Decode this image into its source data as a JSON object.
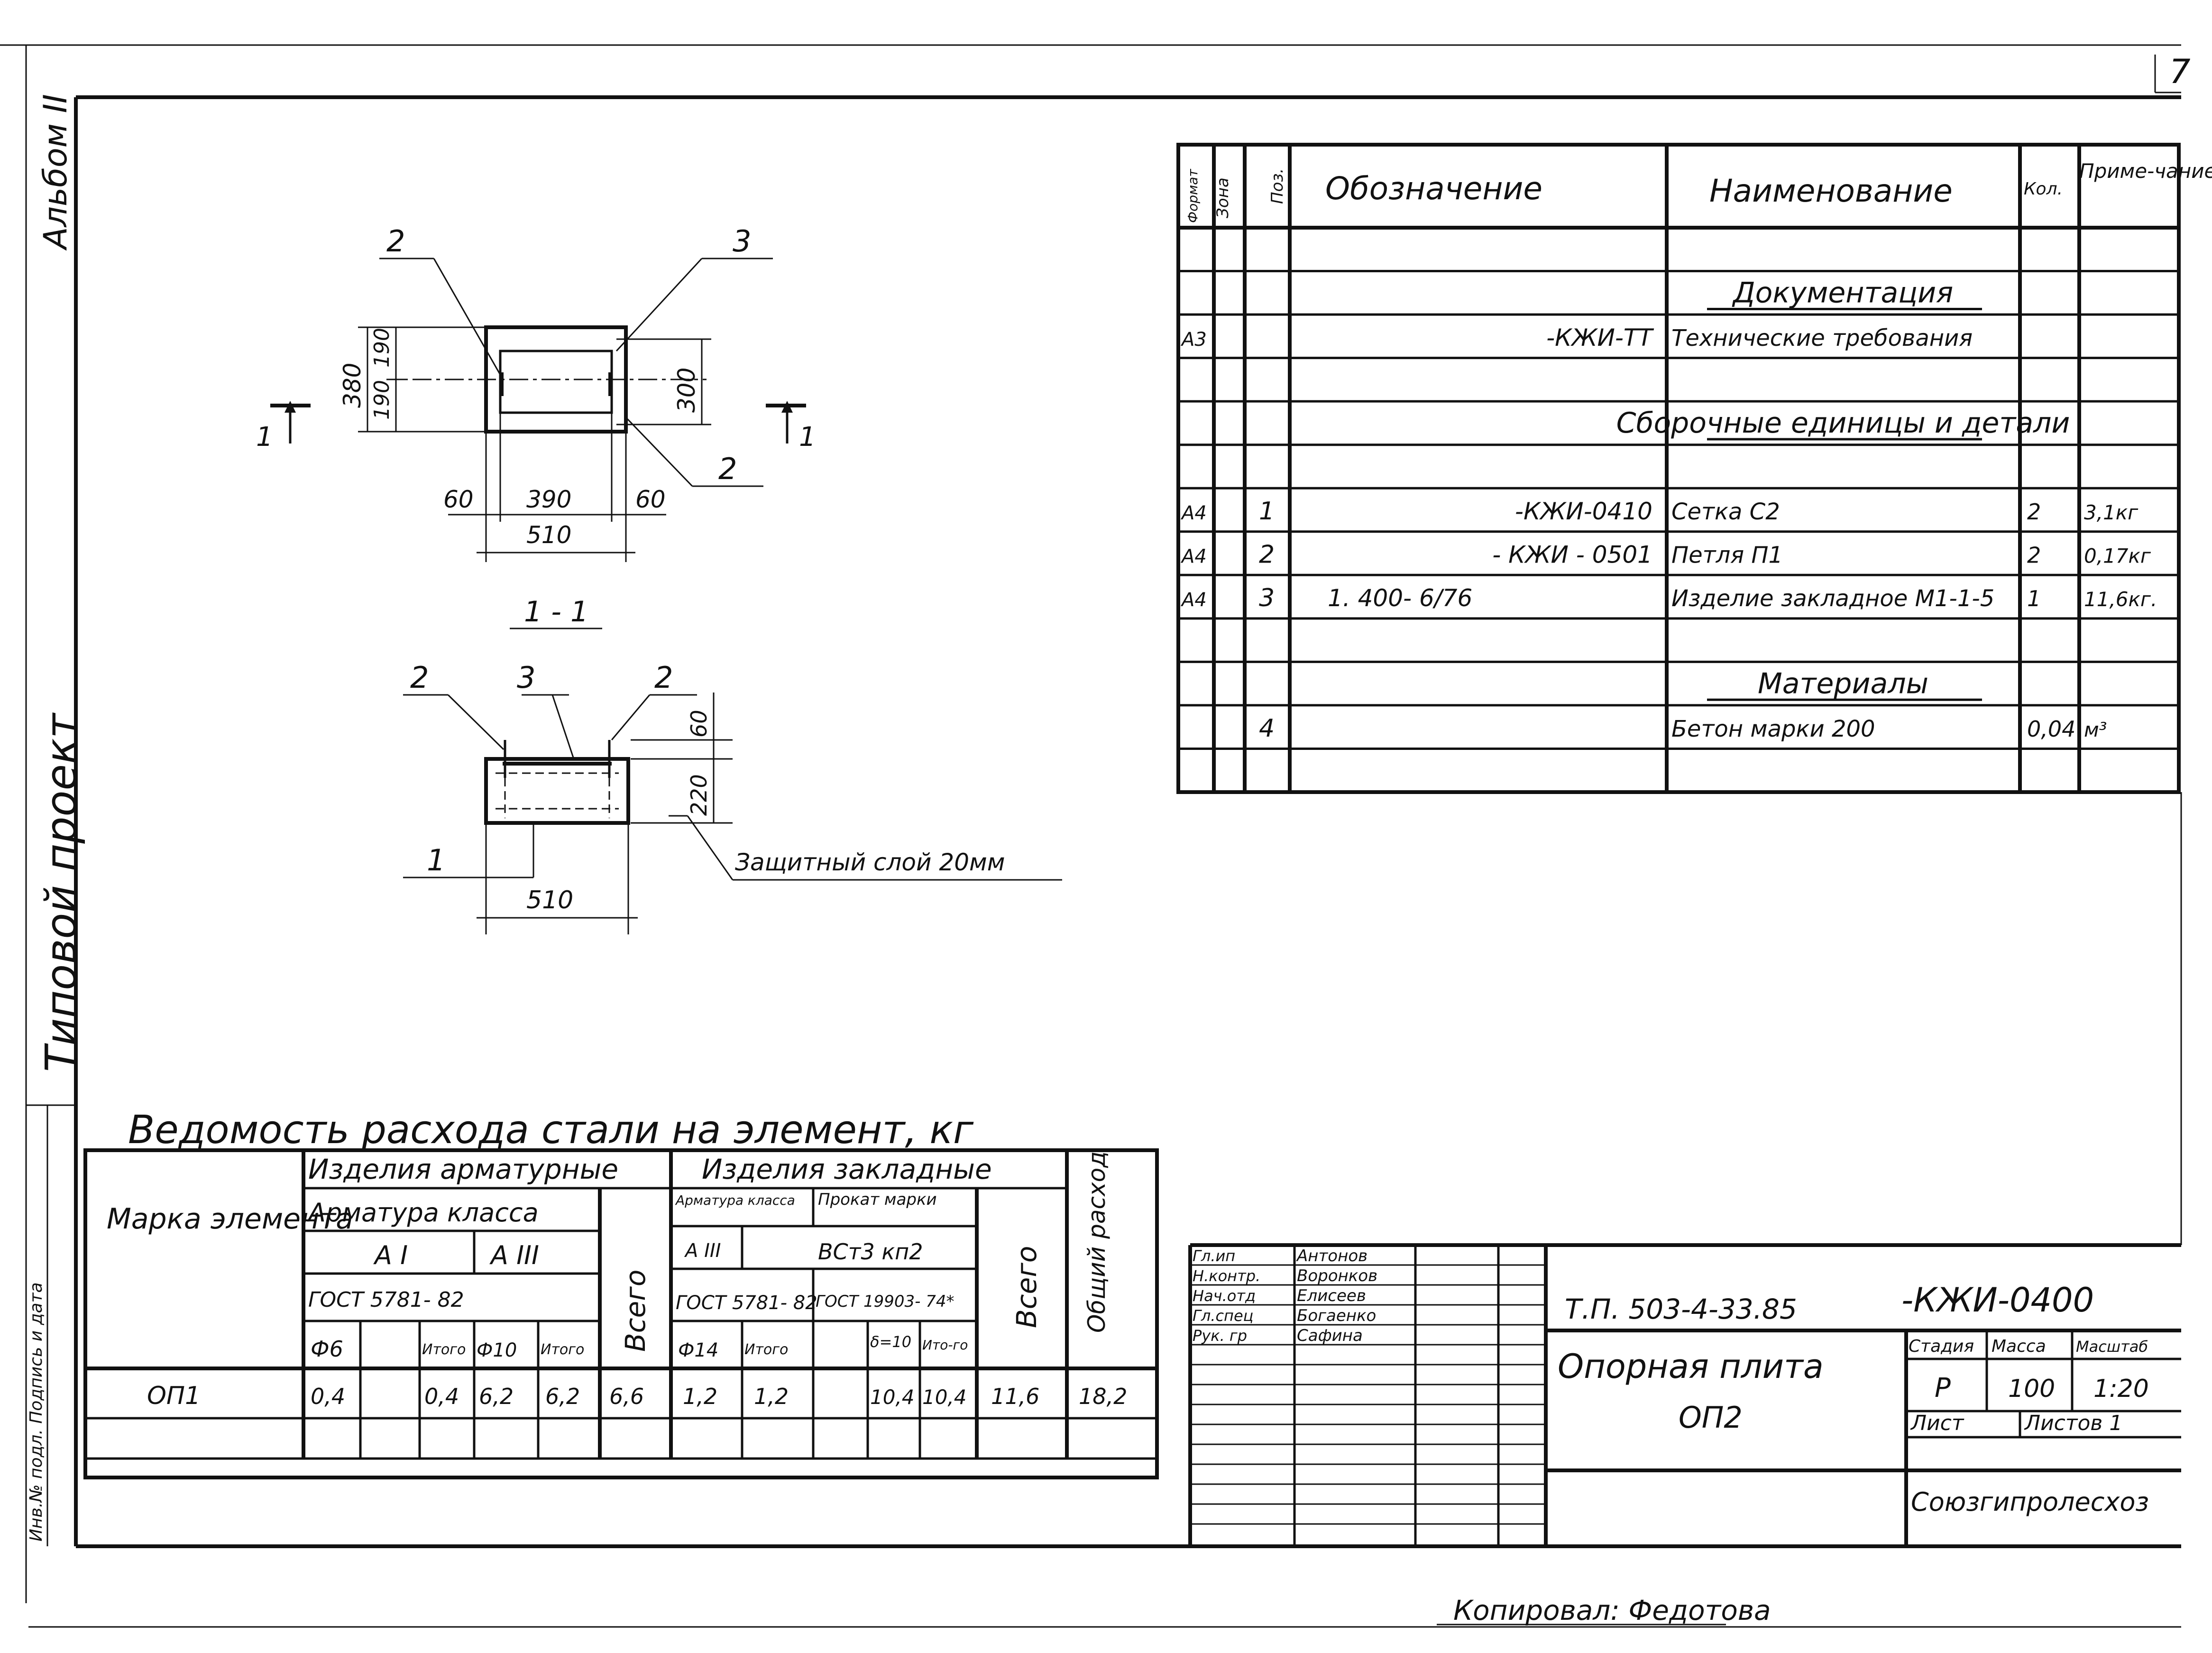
{
  "side_labels": {
    "album": "Альбом II",
    "typical_project": "Типовой проект",
    "small_stamp": "Инв.№ подл.  Подпись и дата"
  },
  "plan_view": {
    "callouts": [
      "2",
      "3",
      "2"
    ],
    "dims": {
      "height_total": "380",
      "height_upper": "190",
      "height_lower": "190",
      "inner_height": "300",
      "left_margin": "60",
      "middle": "390",
      "right_margin": "60",
      "width_total": "510"
    },
    "section_marks": [
      "1",
      "1"
    ]
  },
  "section_view": {
    "title": "1 - 1",
    "callouts": [
      "2",
      "3",
      "2",
      "1"
    ],
    "dims": {
      "top": "60",
      "thickness": "220",
      "width": "510"
    },
    "note": "Защитный слой 20мм"
  },
  "spec_table": {
    "headers": {
      "format": "Формат",
      "zone": "Зона",
      "pos": "Поз.",
      "designation": "Обозначение",
      "name": "Наименование",
      "qty": "Кол.",
      "note": "Приме-чание"
    },
    "rows": [
      {
        "format": "",
        "pos": "",
        "designation": "",
        "name": "",
        "qty": "",
        "note": ""
      },
      {
        "format": "",
        "pos": "",
        "designation": "",
        "name": "Документация",
        "qty": "",
        "note": "",
        "section": true
      },
      {
        "format": "А3",
        "pos": "",
        "designation": "-КЖИ-ТТ",
        "name": "Технические требования",
        "qty": "",
        "note": ""
      },
      {
        "format": "",
        "pos": "",
        "designation": "",
        "name": "",
        "qty": "",
        "note": ""
      },
      {
        "format": "",
        "pos": "",
        "designation": "",
        "name": "Сборочные единицы и детали",
        "qty": "",
        "note": "",
        "section": true
      },
      {
        "format": "",
        "pos": "",
        "designation": "",
        "name": "",
        "qty": "",
        "note": ""
      },
      {
        "format": "А4",
        "pos": "1",
        "designation": "-КЖИ-0410",
        "name": "Сетка С2",
        "qty": "2",
        "note": "3,1кг"
      },
      {
        "format": "А4",
        "pos": "2",
        "designation": "- КЖИ - 0501",
        "name": "Петля П1",
        "qty": "2",
        "note": "0,17кг"
      },
      {
        "format": "А4",
        "pos": "3",
        "designation": "1. 400- 6/76",
        "name": "Изделие закладное М1-1-5",
        "qty": "1",
        "note": "11,6кг."
      },
      {
        "format": "",
        "pos": "",
        "designation": "",
        "name": "",
        "qty": "",
        "note": ""
      },
      {
        "format": "",
        "pos": "",
        "designation": "",
        "name": "Материалы",
        "qty": "",
        "note": "",
        "section": true
      },
      {
        "format": "",
        "pos": "4",
        "designation": "",
        "name": "Бетон марки 200",
        "qty": "0,04",
        "note": "м³"
      },
      {
        "format": "",
        "pos": "",
        "designation": "",
        "name": "",
        "qty": "",
        "note": ""
      }
    ]
  },
  "steel_table": {
    "title": "Ведомость расхода стали на элемент, кг",
    "mark_header": "Марка элемента",
    "group_rebar": "Изделия арматурные",
    "group_embedded": "Изделия закладные",
    "rebar_class": "Арматура класса",
    "class_a1": "А I",
    "class_a3": "А III",
    "gost_rebar": "ГОСТ 5781- 82",
    "col_f6": "Ф6",
    "col_itogo1": "Итого",
    "col_f10": "Ф10",
    "col_itogo2": "Итого",
    "col_vsego1": "Всего",
    "emb_rebar": "Арматура класса",
    "emb_class": "А III",
    "emb_gost": "ГОСТ 5781- 82",
    "emb_f14": "Ф14",
    "emb_itogo": "Итого",
    "prokat": "Прокат марки",
    "prokat_steel": "ВСт3 кп2",
    "prokat_gost": "ГОСТ 19903- 74*",
    "col_d10": "δ=10",
    "col_itogo3": "Ито-го",
    "col_vsego2": "Всего",
    "col_total": "Общий расход",
    "data_row": {
      "mark": "ОП1",
      "f6": "0,4",
      "itogo1": "0,4",
      "f10": "6,2",
      "itogo2": "6,2",
      "vsego1": "6,6",
      "f14": "1,2",
      "itogo_emb": "1,2",
      "d10": "10,4",
      "itogo3": "10,4",
      "vsego2": "11,6",
      "total": "18,2"
    }
  },
  "title_block": {
    "signers": [
      {
        "role": "Гл.ип",
        "name": "Антонов"
      },
      {
        "role": "Н.контр.",
        "name": "Воронков"
      },
      {
        "role": "Нач.отд",
        "name": "Елисеев"
      },
      {
        "role": "Гл.спец",
        "name": "Богаенко"
      },
      {
        "role": "Рук. гр",
        "name": "Сафина"
      }
    ],
    "project_code": "Т.П. 503-4-33.85",
    "doc_code": "-КЖИ-0400",
    "item_name_line1": "Опорная плита",
    "item_name_line2": "ОП2",
    "stage_label": "Стадия",
    "mass_label": "Масса",
    "scale_label": "Масштаб",
    "stage": "Р",
    "mass": "100",
    "scale": "1:20",
    "sheet_label": "Лист",
    "sheets_label": "Листов 1",
    "organization": "Союзгипролесхоз"
  },
  "copied_by": "Копировал: Федотова",
  "corner_mark": "7"
}
